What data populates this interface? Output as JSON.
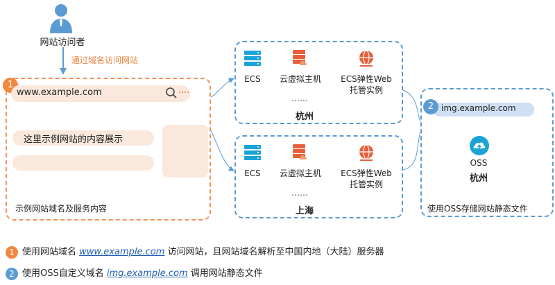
{
  "visitor": {
    "label": "网站访问者",
    "icon": "user-icon"
  },
  "access": {
    "label": "通过域名访问网站"
  },
  "website": {
    "badge": "1",
    "url": "www.example.com",
    "content_text": "这里示例网站的内容展示",
    "caption": "示例网站域名及服务内容"
  },
  "regions": [
    {
      "name": "杭州",
      "dots": "……",
      "services": [
        {
          "label": "ECS",
          "icon": "server-icon"
        },
        {
          "label": "云虚拟主机",
          "icon": "virtual-host-icon"
        },
        {
          "label": "ECS弹性Web\n托管实例",
          "icon": "web-globe-icon"
        }
      ]
    },
    {
      "name": "上海",
      "dots": "……",
      "services": [
        {
          "label": "ECS",
          "icon": "server-icon"
        },
        {
          "label": "云虚拟主机",
          "icon": "virtual-host-icon"
        },
        {
          "label": "ECS弹性Web\n托管实例",
          "icon": "web-globe-icon"
        }
      ]
    }
  ],
  "oss": {
    "badge": "2",
    "url": "img.example.com",
    "label": "OSS",
    "region": "杭州",
    "caption": "使用OSS存储网站静态文件"
  },
  "notes": [
    {
      "badge": "1",
      "prefix": "使用网站域名 ",
      "domain": "www.example.com",
      "suffix": " 访问网站，且网站域名解析至中国内地（大陆）服务器"
    },
    {
      "badge": "2",
      "prefix": "使用OSS自定义域名 ",
      "domain": "img.example.com",
      "suffix": " 调用网站静态文件"
    }
  ],
  "colors": {
    "orange": "#f0883e",
    "blue": "#5b9bd5",
    "brand_blue": "#1aa3d9"
  }
}
